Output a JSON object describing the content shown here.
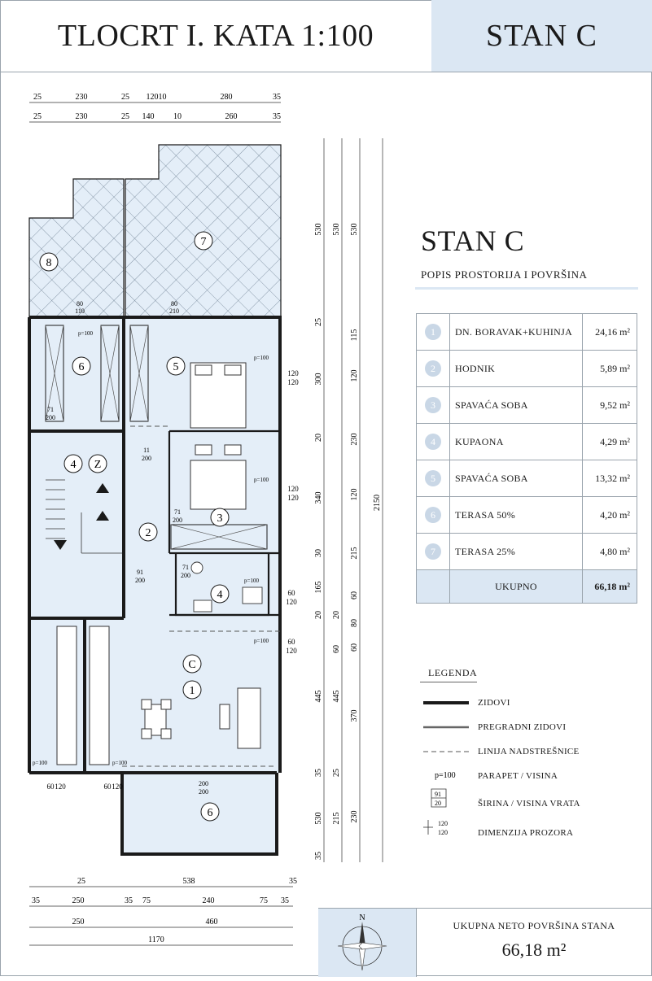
{
  "header": {
    "title": "TLOCRT I. KATA 1:100",
    "apartment": "STAN C"
  },
  "panel": {
    "title": "STAN C",
    "subtitle": "POPIS PROSTORIJA I POVRŠINA"
  },
  "rooms": [
    {
      "num": "1",
      "name": "DN. BORAVAK+KUHINJA",
      "area": "24,16 m²"
    },
    {
      "num": "2",
      "name": "HODNIK",
      "area": "5,89 m²"
    },
    {
      "num": "3",
      "name": "SPAVAĆA SOBA",
      "area": "9,52 m²"
    },
    {
      "num": "4",
      "name": "KUPAONA",
      "area": "4,29 m²"
    },
    {
      "num": "5",
      "name": "SPAVAĆA SOBA",
      "area": "13,32 m²"
    },
    {
      "num": "6",
      "name": "TERASA 50%",
      "area": "4,20 m²"
    },
    {
      "num": "7",
      "name": "TERASA 25%",
      "area": "4,80 m²"
    }
  ],
  "total": {
    "label": "UKUPNO",
    "area": "66,18 m²"
  },
  "legend": {
    "title": "LEGENDA",
    "items": [
      "ZIDOVI",
      "PREGRADNI ZIDOVI",
      "LINIJA NADSTREŠNICE",
      "PARAPET / VISINA",
      "ŠIRINA / VISINA VRATA",
      "DIMENZIJA PROZORA"
    ],
    "parapet_sample": "p=100",
    "door_sample": [
      "91",
      "20"
    ],
    "window_sample": [
      "120",
      "120"
    ]
  },
  "footer": {
    "label": "UKUPNA NETO POVRŠINA STANA",
    "value": "66,18 m²",
    "north": "N"
  },
  "dims": {
    "top_row1": [
      "25",
      "230",
      "25",
      "12010",
      "280",
      "35"
    ],
    "top_row2": [
      "25",
      "230",
      "25",
      "140",
      "10",
      "260",
      "35"
    ],
    "bottom_row1": [
      "25",
      "538",
      "35"
    ],
    "bottom_row2": [
      "35",
      "250",
      "35",
      "75",
      "240",
      "75",
      "35"
    ],
    "bottom_row3": [
      "250",
      "460"
    ],
    "bottom_row4": [
      "1170"
    ],
    "right_col1": [
      "530",
      "25",
      "300",
      "20",
      "340",
      "30",
      "165",
      "20",
      "445",
      "35",
      "530",
      "35"
    ],
    "right_col2": [
      "530",
      "20",
      "60",
      "445",
      "25",
      "215"
    ],
    "right_col3": [
      "530",
      "115",
      "120",
      "230",
      "120",
      "215",
      "60",
      "80",
      "60",
      "370",
      "230"
    ],
    "right_col4": [
      "2150"
    ]
  },
  "plan_labels": {
    "room_marks": [
      "8",
      "7",
      "6",
      "5",
      "4",
      "Z",
      "3",
      "2",
      "4",
      "C",
      "1",
      "6"
    ],
    "doors": [
      {
        "w": "80",
        "h": "110"
      },
      {
        "w": "80",
        "h": "210"
      },
      {
        "w": "71",
        "h": "200"
      },
      {
        "w": "11",
        "h": "200"
      },
      {
        "w": "71",
        "h": "200"
      },
      {
        "w": "91",
        "h": "200"
      },
      {
        "w": "71",
        "h": "200"
      },
      {
        "w": "200",
        "h": "200"
      }
    ],
    "parapets": [
      "p=100",
      "p=100",
      "p=100",
      "p=100",
      "p=100",
      "p=100",
      "p=100"
    ],
    "windows": [
      {
        "w": "120",
        "h": "120"
      },
      {
        "w": "120",
        "h": "120"
      },
      {
        "w": "60",
        "h": "120"
      },
      {
        "w": "60",
        "h": "120"
      },
      {
        "w": "60",
        "h": "120"
      },
      {
        "w": "60",
        "h": "120"
      }
    ]
  },
  "colors": {
    "accent": "#dbe7f3",
    "room_fill": "#e4eef8",
    "wall": "#1a1a1a",
    "circle": "#c9d7e6"
  }
}
